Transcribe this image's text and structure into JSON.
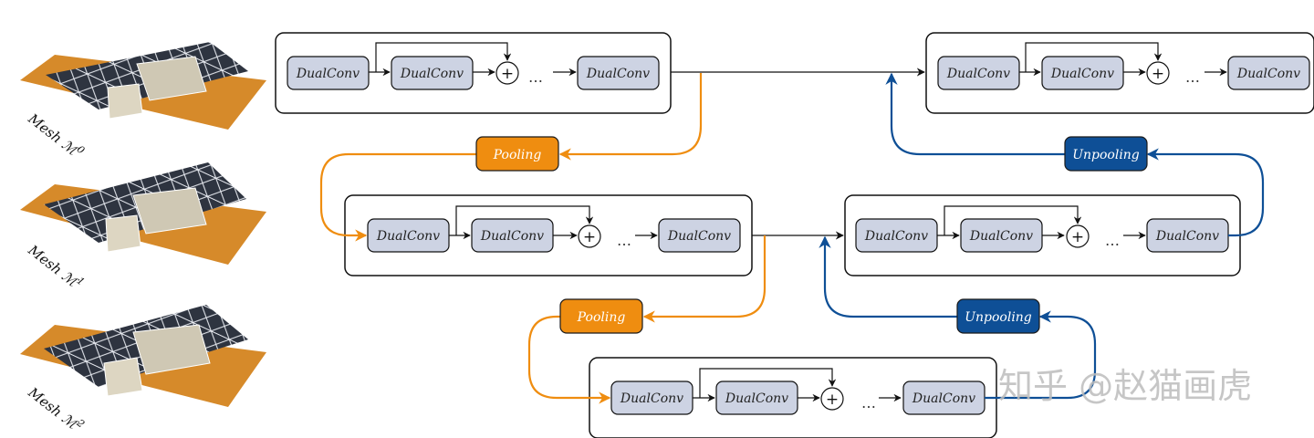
{
  "meshes": [
    {
      "label": "Mesh ℳ",
      "sup": "0"
    },
    {
      "label": "Mesh ℳ",
      "sup": "1"
    },
    {
      "label": "Mesh ℳ",
      "sup": "2"
    }
  ],
  "blocks": {
    "conv_label": "DualConv",
    "dots": "…",
    "plus": "+"
  },
  "ops": {
    "pooling": "Pooling",
    "unpooling": "Unpooling"
  },
  "watermark": "知乎 @赵猫画虎",
  "colors": {
    "pool": "#ef8d10",
    "unpool": "#0e4f96",
    "conv_fill": "#cdd3e3",
    "frame": "#111111"
  }
}
